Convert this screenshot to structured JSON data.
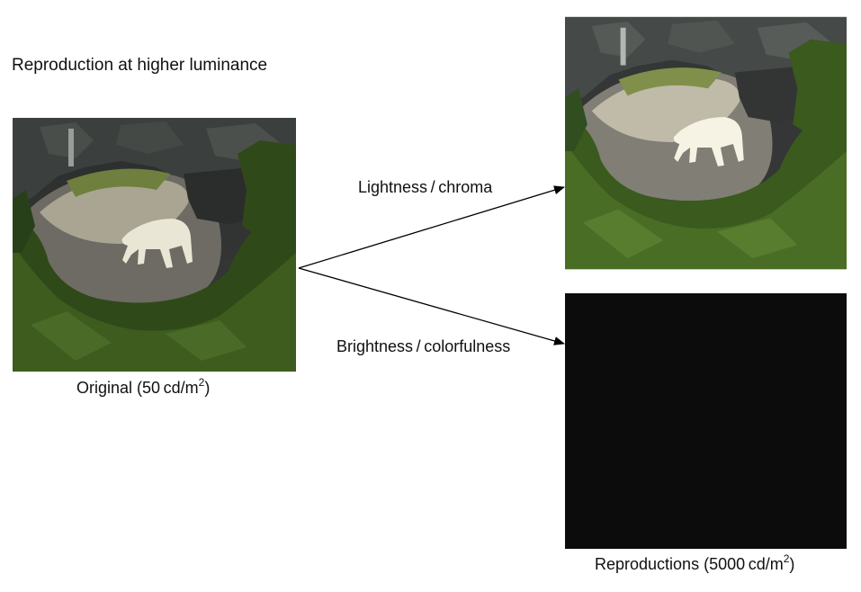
{
  "title": "Reproduction at higher luminance",
  "original_caption": {
    "text": "Original (50 cd/m",
    "sup": "2",
    "close": ")"
  },
  "reproductions_caption": {
    "text": "Reproductions (5000 cd/m",
    "sup": "2",
    "close": ")"
  },
  "arrow_labels": {
    "lightness": "Lightness / chroma",
    "brightness": "Brightness / colorfulness"
  },
  "images": {
    "original": "polar-bear-photo",
    "lightness_reproduction": "polar-bear-photo-brighter",
    "brightness_reproduction": "black-field"
  },
  "colors": {
    "arrow": "#000000",
    "dark_field": "#0c0c0c"
  }
}
